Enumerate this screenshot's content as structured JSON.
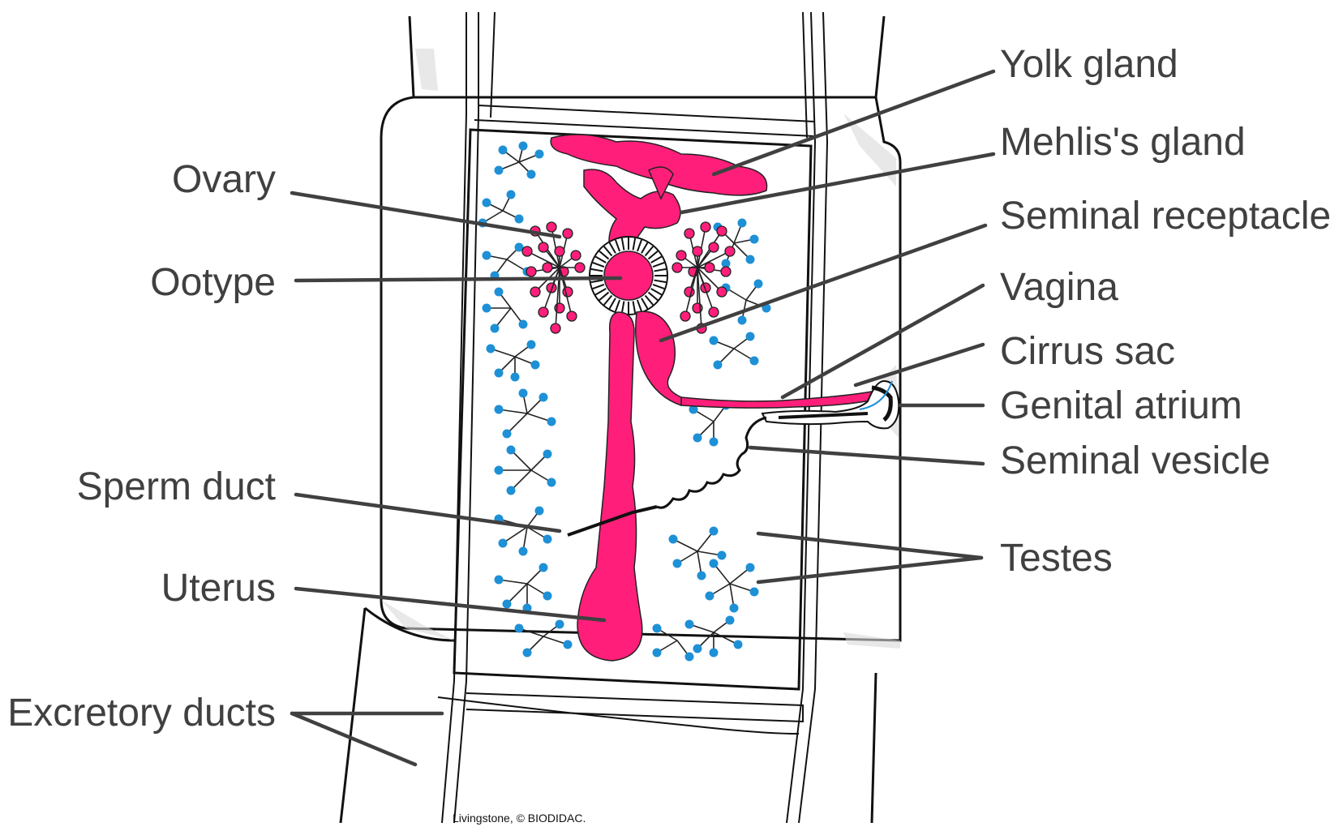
{
  "labels": {
    "yolk_gland": "Yolk gland",
    "mehlis_gland": "Mehlis's gland",
    "seminal_receptacle": "Seminal receptacle",
    "vagina": "Vagina",
    "cirrus_sac": "Cirrus sac",
    "genital_atrium": "Genital atrium",
    "seminal_vesicle": "Seminal vesicle",
    "testes": "Testes",
    "ovary": "Ovary",
    "ootype": "Ootype",
    "sperm_duct": "Sperm duct",
    "uterus": "Uterus",
    "excretory_ducts": "Excretory ducts"
  },
  "credit": "Livingstone, © BIODIDAC.",
  "colors": {
    "female_organs": "#ff1f7a",
    "testes": "#1e90d6",
    "text": "#404040",
    "line": "#111111"
  }
}
